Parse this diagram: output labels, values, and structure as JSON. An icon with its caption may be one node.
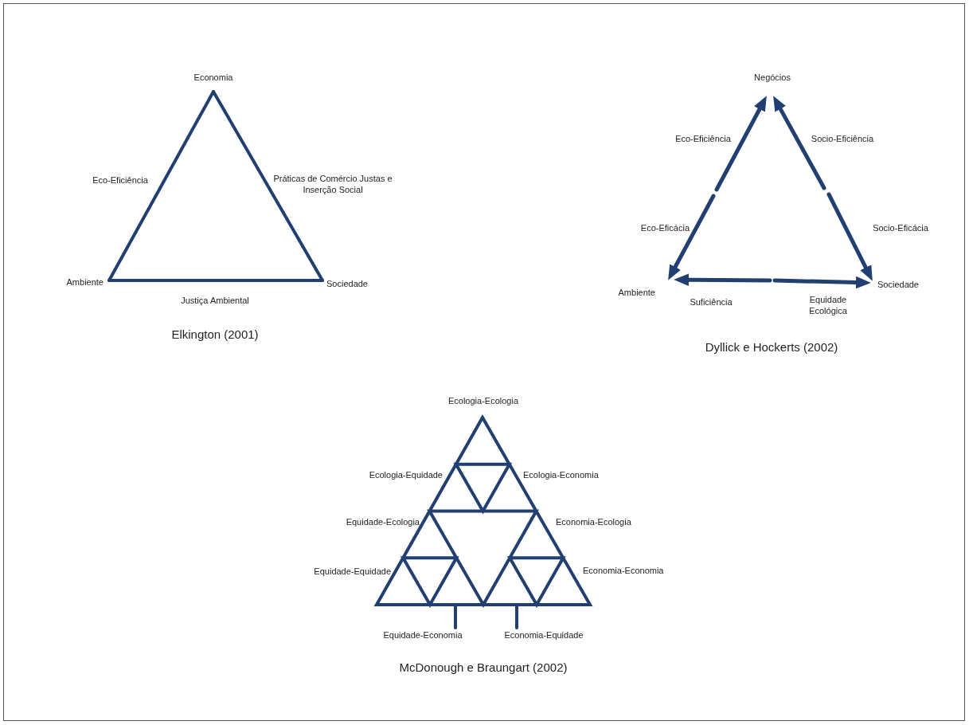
{
  "diagram": {
    "nodes": [
      {
        "text": [
          "Economia"
        ]
      },
      {
        "text": [
          "Ambiente"
        ]
      },
      {
        "text": [
          "Sociedade"
        ]
      },
      {
        "text": [
          "Negócios"
        ]
      },
      {
        "text": [
          "Ambiente"
        ]
      },
      {
        "text": [
          "Sociedade"
        ]
      },
      {
        "text": [
          "Equidade-Economia"
        ]
      },
      {
        "text": [
          "Economia-Equidade"
        ]
      },
      {
        "text": [],
        "shape": "picture"
      }
    ],
    "edges": [
      {
        "from": 0,
        "to": 1,
        "arrow": "none",
        "label": "Eco-Eficiência"
      },
      {
        "from": 0,
        "to": 2,
        "arrow": "none",
        "label": "Práticas de Comércio Justas e Inserção Social"
      },
      {
        "from": 1,
        "to": 2,
        "arrow": "none",
        "label": "Justiça Ambiental"
      },
      {
        "from": null,
        "to": 3,
        "arrow": "to",
        "label": "Eco-Eficiência"
      },
      {
        "from": null,
        "to": 4,
        "arrow": "to",
        "label": "Eco-Eficácia"
      },
      {
        "from": null,
        "to": 3,
        "arrow": "to",
        "label": "Socio-Eficiência"
      },
      {
        "from": null,
        "to": 5,
        "arrow": "to",
        "label": "Socio-Eficácia"
      },
      {
        "from": null,
        "to": 4,
        "arrow": "to",
        "label": "Suficiência"
      },
      {
        "from": null,
        "to": 5,
        "arrow": "to",
        "label": "Equidade Ecológica"
      },
      {
        "from": 6,
        "to": 8,
        "arrow": "none"
      },
      {
        "from": 7,
        "to": 8,
        "arrow": "none"
      }
    ],
    "labels": [
      "Elkington (2001)",
      "Dyllick e Hockerts (2002)",
      "Ecologia-Ecologia",
      "Ecologia-Equidade",
      "Ecologia-Economia",
      "Equidade-Ecologia",
      "Economia-Ecologia",
      "Equidade-Equidade",
      "Economia-Economia",
      "McDonough e Braungart (2002)"
    ]
  }
}
